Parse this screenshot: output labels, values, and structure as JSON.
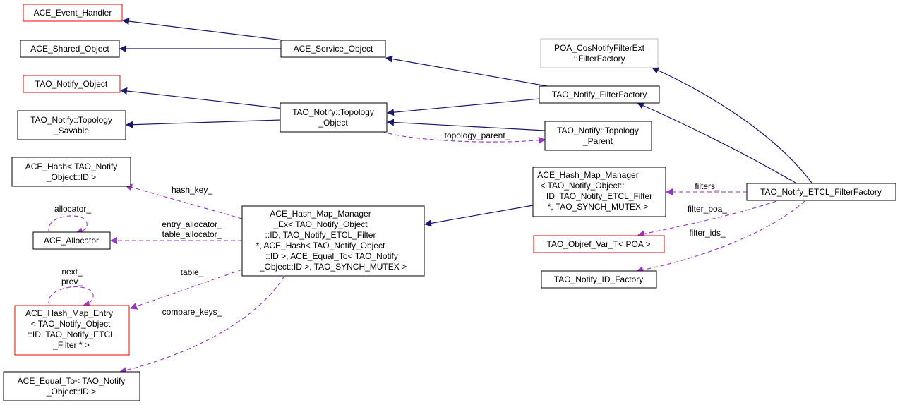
{
  "colors": {
    "normal_border": "#000000",
    "incomplete_border": "#ff0000",
    "external_border": "#bfbfbf",
    "focus_fill": "#bfbfbf",
    "inheritance_edge": "#191970",
    "usage_edge": "#9a32cd"
  },
  "nodes": [
    {
      "id": "ace_event_handler",
      "lines": [
        "ACE_Event_Handler"
      ],
      "style": "incomplete"
    },
    {
      "id": "ace_shared_object",
      "lines": [
        "ACE_Shared_Object"
      ],
      "style": "normal"
    },
    {
      "id": "ace_service_object",
      "lines": [
        "ACE_Service_Object"
      ],
      "style": "normal"
    },
    {
      "id": "tao_notify_object",
      "lines": [
        "TAO_Notify_Object"
      ],
      "style": "incomplete"
    },
    {
      "id": "tao_notify_topology_savable",
      "lines": [
        "TAO_Notify::Topology",
        "_Savable"
      ],
      "style": "normal"
    },
    {
      "id": "tao_notify_topology_object",
      "lines": [
        "TAO_Notify::Topology",
        "_Object"
      ],
      "style": "normal"
    },
    {
      "id": "poa_filterfactory",
      "lines": [
        "POA_CosNotifyFilterExt",
        "::FilterFactory"
      ],
      "style": "external"
    },
    {
      "id": "tao_notify_filterfactory",
      "lines": [
        "TAO_Notify_FilterFactory"
      ],
      "style": "normal"
    },
    {
      "id": "tao_notify_topology_parent",
      "lines": [
        "TAO_Notify::Topology",
        "_Parent"
      ],
      "style": "normal"
    },
    {
      "id": "ace_hash",
      "lines": [
        "ACE_Hash< TAO_Notify",
        "_Object::ID >"
      ],
      "style": "normal"
    },
    {
      "id": "ace_allocator",
      "lines": [
        "ACE_Allocator"
      ],
      "style": "normal"
    },
    {
      "id": "ace_hash_map_manager_ex",
      "lines": [
        "ACE_Hash_Map_Manager",
        "_Ex< TAO_Notify_Object",
        "::ID, TAO_Notify_ETCL_Filter",
        " *, ACE_Hash< TAO_Notify_Object",
        "::ID >, ACE_Equal_To< TAO_Notify",
        "_Object::ID >, TAO_SYNCH_MUTEX >"
      ],
      "style": "normal"
    },
    {
      "id": "ace_hash_map_manager",
      "lines": [
        "ACE_Hash_Map_Manager",
        "< TAO_Notify_Object::",
        "ID, TAO_Notify_ETCL_Filter",
        " *, TAO_SYNCH_MUTEX >"
      ],
      "style": "normal"
    },
    {
      "id": "tao_notify_etcl_filterfactory",
      "lines": [
        "TAO_Notify_ETCL_FilterFactory"
      ],
      "style": "focus"
    },
    {
      "id": "tao_objref_var",
      "lines": [
        "TAO_Objref_Var_T< POA >"
      ],
      "style": "incomplete"
    },
    {
      "id": "tao_notify_id_factory",
      "lines": [
        "TAO_Notify_ID_Factory"
      ],
      "style": "normal"
    },
    {
      "id": "ace_hash_map_entry",
      "lines": [
        "ACE_Hash_Map_Entry",
        "< TAO_Notify_Object",
        "::ID, TAO_Notify_ETCL",
        "_Filter * >"
      ],
      "style": "incomplete"
    },
    {
      "id": "ace_equal_to",
      "lines": [
        "ACE_Equal_To< TAO_Notify",
        "_Object::ID >"
      ],
      "style": "normal"
    }
  ],
  "edge_labels": [
    {
      "id": "topology_parent",
      "lines": [
        "topology_parent_"
      ]
    },
    {
      "id": "hash_key",
      "lines": [
        "hash_key_"
      ]
    },
    {
      "id": "allocator",
      "lines": [
        "allocator_"
      ]
    },
    {
      "id": "entry_table_allocator",
      "lines": [
        "entry_allocator_",
        "table_allocator_"
      ]
    },
    {
      "id": "table",
      "lines": [
        "table_"
      ]
    },
    {
      "id": "next_prev",
      "lines": [
        "next_",
        "prev_"
      ]
    },
    {
      "id": "compare_keys",
      "lines": [
        "compare_keys_"
      ]
    },
    {
      "id": "filters",
      "lines": [
        "filters_"
      ]
    },
    {
      "id": "filter_poa",
      "lines": [
        "filter_poa_"
      ]
    },
    {
      "id": "filter_ids",
      "lines": [
        "filter_ids_"
      ]
    }
  ]
}
